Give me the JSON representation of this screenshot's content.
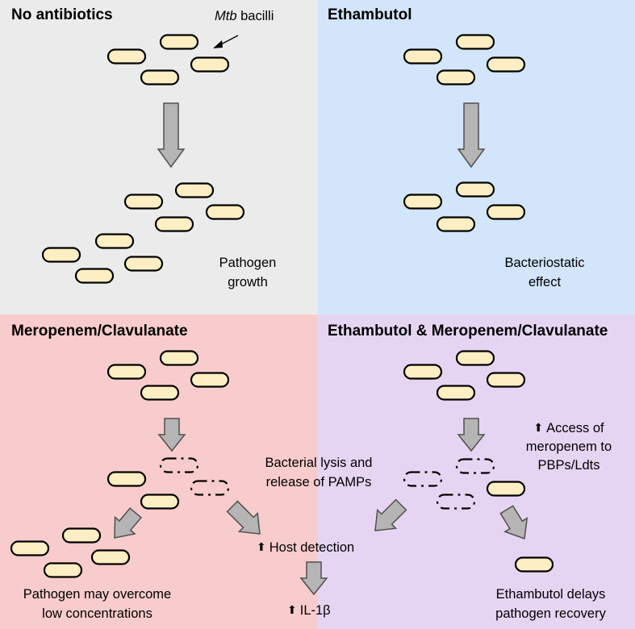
{
  "panels": {
    "no_antibiotics": {
      "title": "No antibiotics",
      "annotation_italic": "Mtb",
      "annotation_rest": " bacilli",
      "caption_line1": "Pathogen",
      "caption_line2": "growth"
    },
    "ethambutol": {
      "title": "Ethambutol",
      "caption_line1": "Bacteriostatic",
      "caption_line2": "effect"
    },
    "meropenem": {
      "title": "Meropenem/Clavulanate",
      "caption_line1": "Pathogen may overcome",
      "caption_line2": "low concentrations"
    },
    "combination": {
      "title": "Ethambutol & Meropenem/Clavulanate",
      "note_line1": "Access of",
      "note_line2": "meropenem to",
      "note_line3": "PBPs/Ldts",
      "caption_line1": "Ethambutol delays",
      "caption_line2": "pathogen recovery"
    }
  },
  "center": {
    "lysis_line1": "Bacterial lysis and",
    "lysis_line2": "release of PAMPs",
    "host_detection": "Host detection",
    "il1b": "IL-1β"
  },
  "colors": {
    "grey_panel": "#ebebeb",
    "blue_panel": "#d2e5fa",
    "red_panel": "#f8cccc",
    "purple_panel": "#e6d5f2",
    "bacillus_fill": "#fdeec3",
    "arrow_fill": "#b5b5b5"
  },
  "icons": {
    "increase": "up-arrow-icon"
  }
}
